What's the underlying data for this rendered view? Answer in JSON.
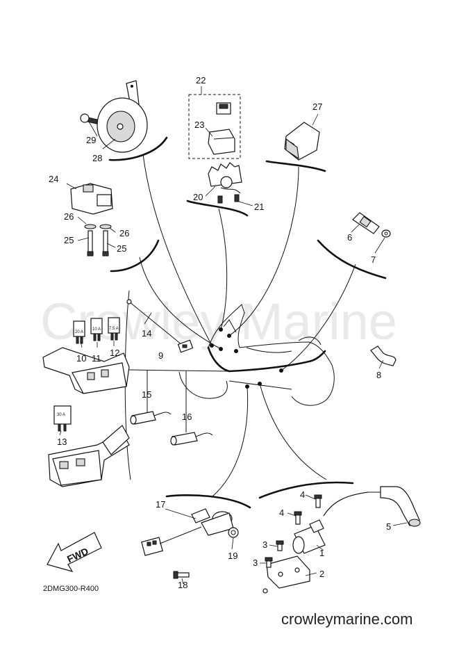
{
  "watermark": "Crowley Marine",
  "website": "crowleymarine.com",
  "diagram_code": "2DMG300-R400",
  "direction_label": "FWD",
  "fuse_labels": {
    "fuse_10": "20 A",
    "fuse_11": "10 A",
    "fuse_12": "7.5 A",
    "fuse_13": "30 A"
  },
  "callouts": {
    "c1": "1",
    "c2": "2",
    "c3a": "3",
    "c3b": "3",
    "c4a": "4",
    "c4b": "4",
    "c5": "5",
    "c6": "6",
    "c7": "7",
    "c8": "8",
    "c9": "9",
    "c10": "10",
    "c11": "11",
    "c12": "12",
    "c13": "13",
    "c14": "14",
    "c15": "15",
    "c16": "16",
    "c17": "17",
    "c18": "18",
    "c19": "19",
    "c20": "20",
    "c21": "21",
    "c22": "22",
    "c23": "23",
    "c24": "24",
    "c25a": "25",
    "c25b": "25",
    "c26a": "26",
    "c26b": "26",
    "c27": "27",
    "c28": "28",
    "c29": "29"
  }
}
